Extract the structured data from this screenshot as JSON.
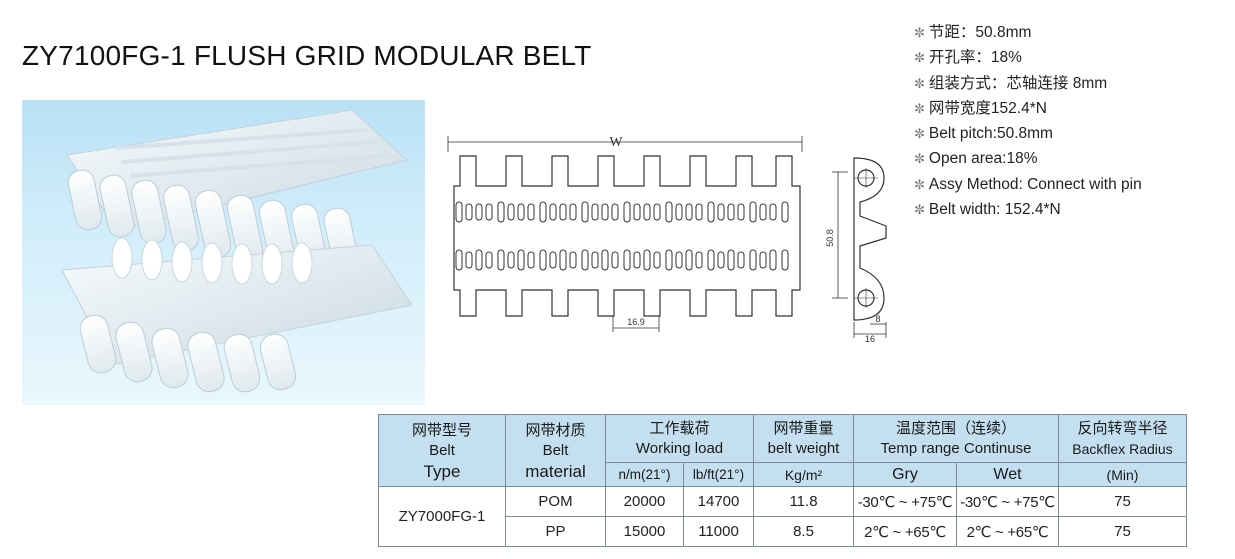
{
  "title": "ZY7100FG-1 FLUSH GRID MODULAR BELT",
  "drawing": {
    "width_label": "W",
    "pitch_label": "50.8",
    "spacing_label": "16.9",
    "dim_small": "8",
    "dim_width": "16"
  },
  "specs": [
    "节距：50.8mm",
    "开孔率：18%",
    "组装方式：芯轴连接 8mm",
    "网带宽度152.4*N",
    "Belt pitch:50.8mm",
    "Open area:18%",
    "Assy Method: Connect with pin",
    "Belt  width: 152.4*N"
  ],
  "table": {
    "headers": {
      "type_cn": "网带型号",
      "type_en1": "Belt",
      "type_en2": "Type",
      "material_cn": "网带材质",
      "material_en1": "Belt",
      "material_en2": "material",
      "load_cn": "工作载荷",
      "load_en": "Working load",
      "load_unit1": "n/m(21°)",
      "load_unit2": "lb/ft(21°)",
      "weight_cn": "网带重量",
      "weight_en": "belt weight",
      "weight_unit": "Kg/m²",
      "temp_cn": "温度范围（连续）",
      "temp_en": "Temp range Continuse",
      "temp_dry": "Gry",
      "temp_wet": "Wet",
      "radius_cn": "反向转弯半径",
      "radius_en": "Backflex Radius",
      "radius_unit": "(Min)"
    },
    "model": "ZY7000FG-1",
    "rows": [
      {
        "material": "POM",
        "load_nm": "20000",
        "load_lbft": "14700",
        "weight": "11.8",
        "temp_dry": "-30℃ ~ +75℃",
        "temp_wet": "-30℃ ~ +75℃",
        "radius": "75"
      },
      {
        "material": "PP",
        "load_nm": "15000",
        "load_lbft": "11000",
        "weight": "8.5",
        "temp_dry": "2℃ ~ +65℃",
        "temp_wet": "2℃ ~ +65℃",
        "radius": "75"
      }
    ]
  }
}
